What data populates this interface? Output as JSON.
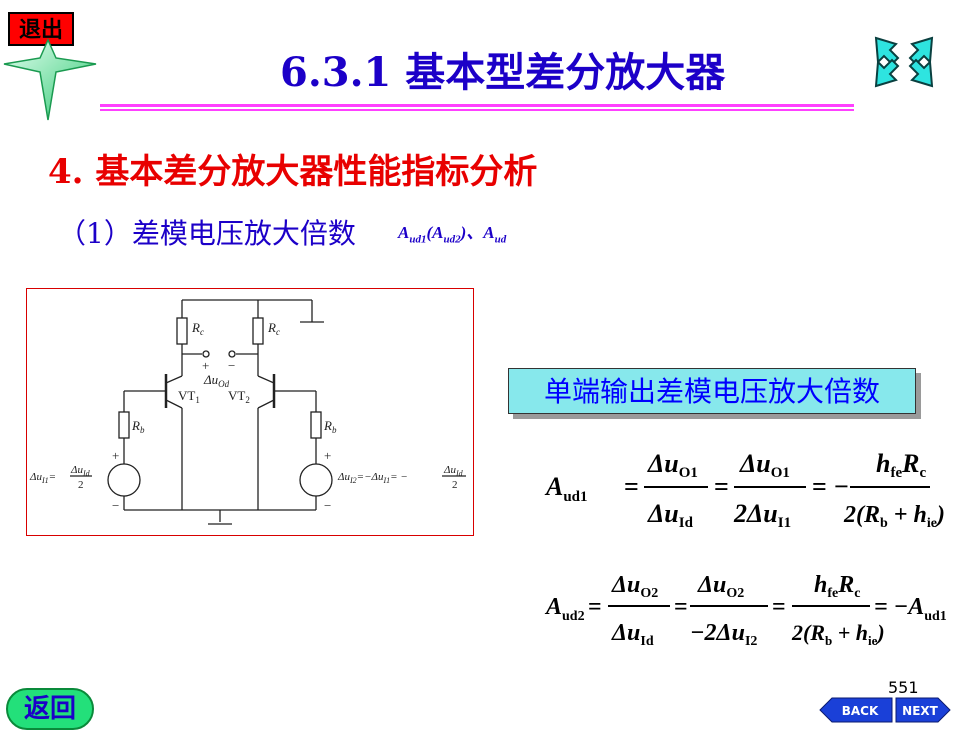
{
  "header": {
    "exit_label": "退出",
    "title": "6.3.1 基本型差分放大器"
  },
  "section": {
    "heading": "4. 基本差分放大器性能指标分析",
    "subheading": "（1）差模电压放大倍数",
    "formula_parts": [
      "A",
      "ud1",
      "(A",
      "ud2",
      ")、A",
      "ud"
    ]
  },
  "circuit": {
    "resistor_rc_left": "R",
    "resistor_rc_right": "R",
    "rc_sub": "c",
    "resistor_rb_left": "R",
    "resistor_rb_right": "R",
    "rb_sub": "b",
    "transistor_left": "VT",
    "transistor_left_sub": "1",
    "transistor_right": "VT",
    "transistor_right_sub": "2",
    "output_label": "Δu",
    "output_sub": "Od",
    "plus": "+",
    "minus": "−",
    "input_left": "Δu",
    "input_left_sub": "I1",
    "input_left_eq": "=",
    "input_left_num": "Δu",
    "input_left_num_sub": "Id",
    "input_den": "2",
    "input_right": "Δu",
    "input_right_sub": "I2",
    "input_right_eq": "=−Δu",
    "input_right_eq_sub": "I1",
    "input_right_eq2": "= −",
    "input_right_num": "Δu",
    "input_right_num_sub": "Id"
  },
  "label_box": "单端输出差模电压放大倍数",
  "equations": {
    "eq1": {
      "lhs": "A",
      "lhs_sub": "ud1",
      "f1_num": "Δu",
      "f1_num_sub": "O1",
      "f1_den": "Δu",
      "f1_den_sub": "Id",
      "f2_num": "Δu",
      "f2_num_sub": "O1",
      "f2_den": "2Δu",
      "f2_den_sub": "I1",
      "f3_num": "h",
      "f3_num_sub": "fe",
      "f3_num2": "R",
      "f3_num2_sub": "c",
      "f3_den": "2(R",
      "f3_den_sub": "b",
      "f3_den2": " + h",
      "f3_den2_sub": "ie",
      "f3_den3": ")",
      "eq": "=",
      "neg": "−"
    },
    "eq2": {
      "lhs": "A",
      "lhs_sub": "ud2",
      "f1_num": "Δu",
      "f1_num_sub": "O2",
      "f1_den": "Δu",
      "f1_den_sub": "Id",
      "f2_num": "Δu",
      "f2_num_sub": "O2",
      "f2_den": "−2Δu",
      "f2_den_sub": "I2",
      "f3_num": "h",
      "f3_num_sub": "fe",
      "f3_num2": "R",
      "f3_num2_sub": "c",
      "f3_den": "2(R",
      "f3_den_sub": "b",
      "f3_den2": " + h",
      "f3_den2_sub": "ie",
      "f3_den3": ")",
      "eq": "=",
      "tail": "= −A",
      "tail_sub": "ud1"
    }
  },
  "footer": {
    "page_number": "551",
    "back_label": "BACK",
    "next_label": "NEXT",
    "return_label": "返回"
  },
  "colors": {
    "title_blue": "#1c00c8",
    "heading_red": "#e80000",
    "box_cyan": "#87e8ec",
    "frame_red": "#d80000"
  }
}
